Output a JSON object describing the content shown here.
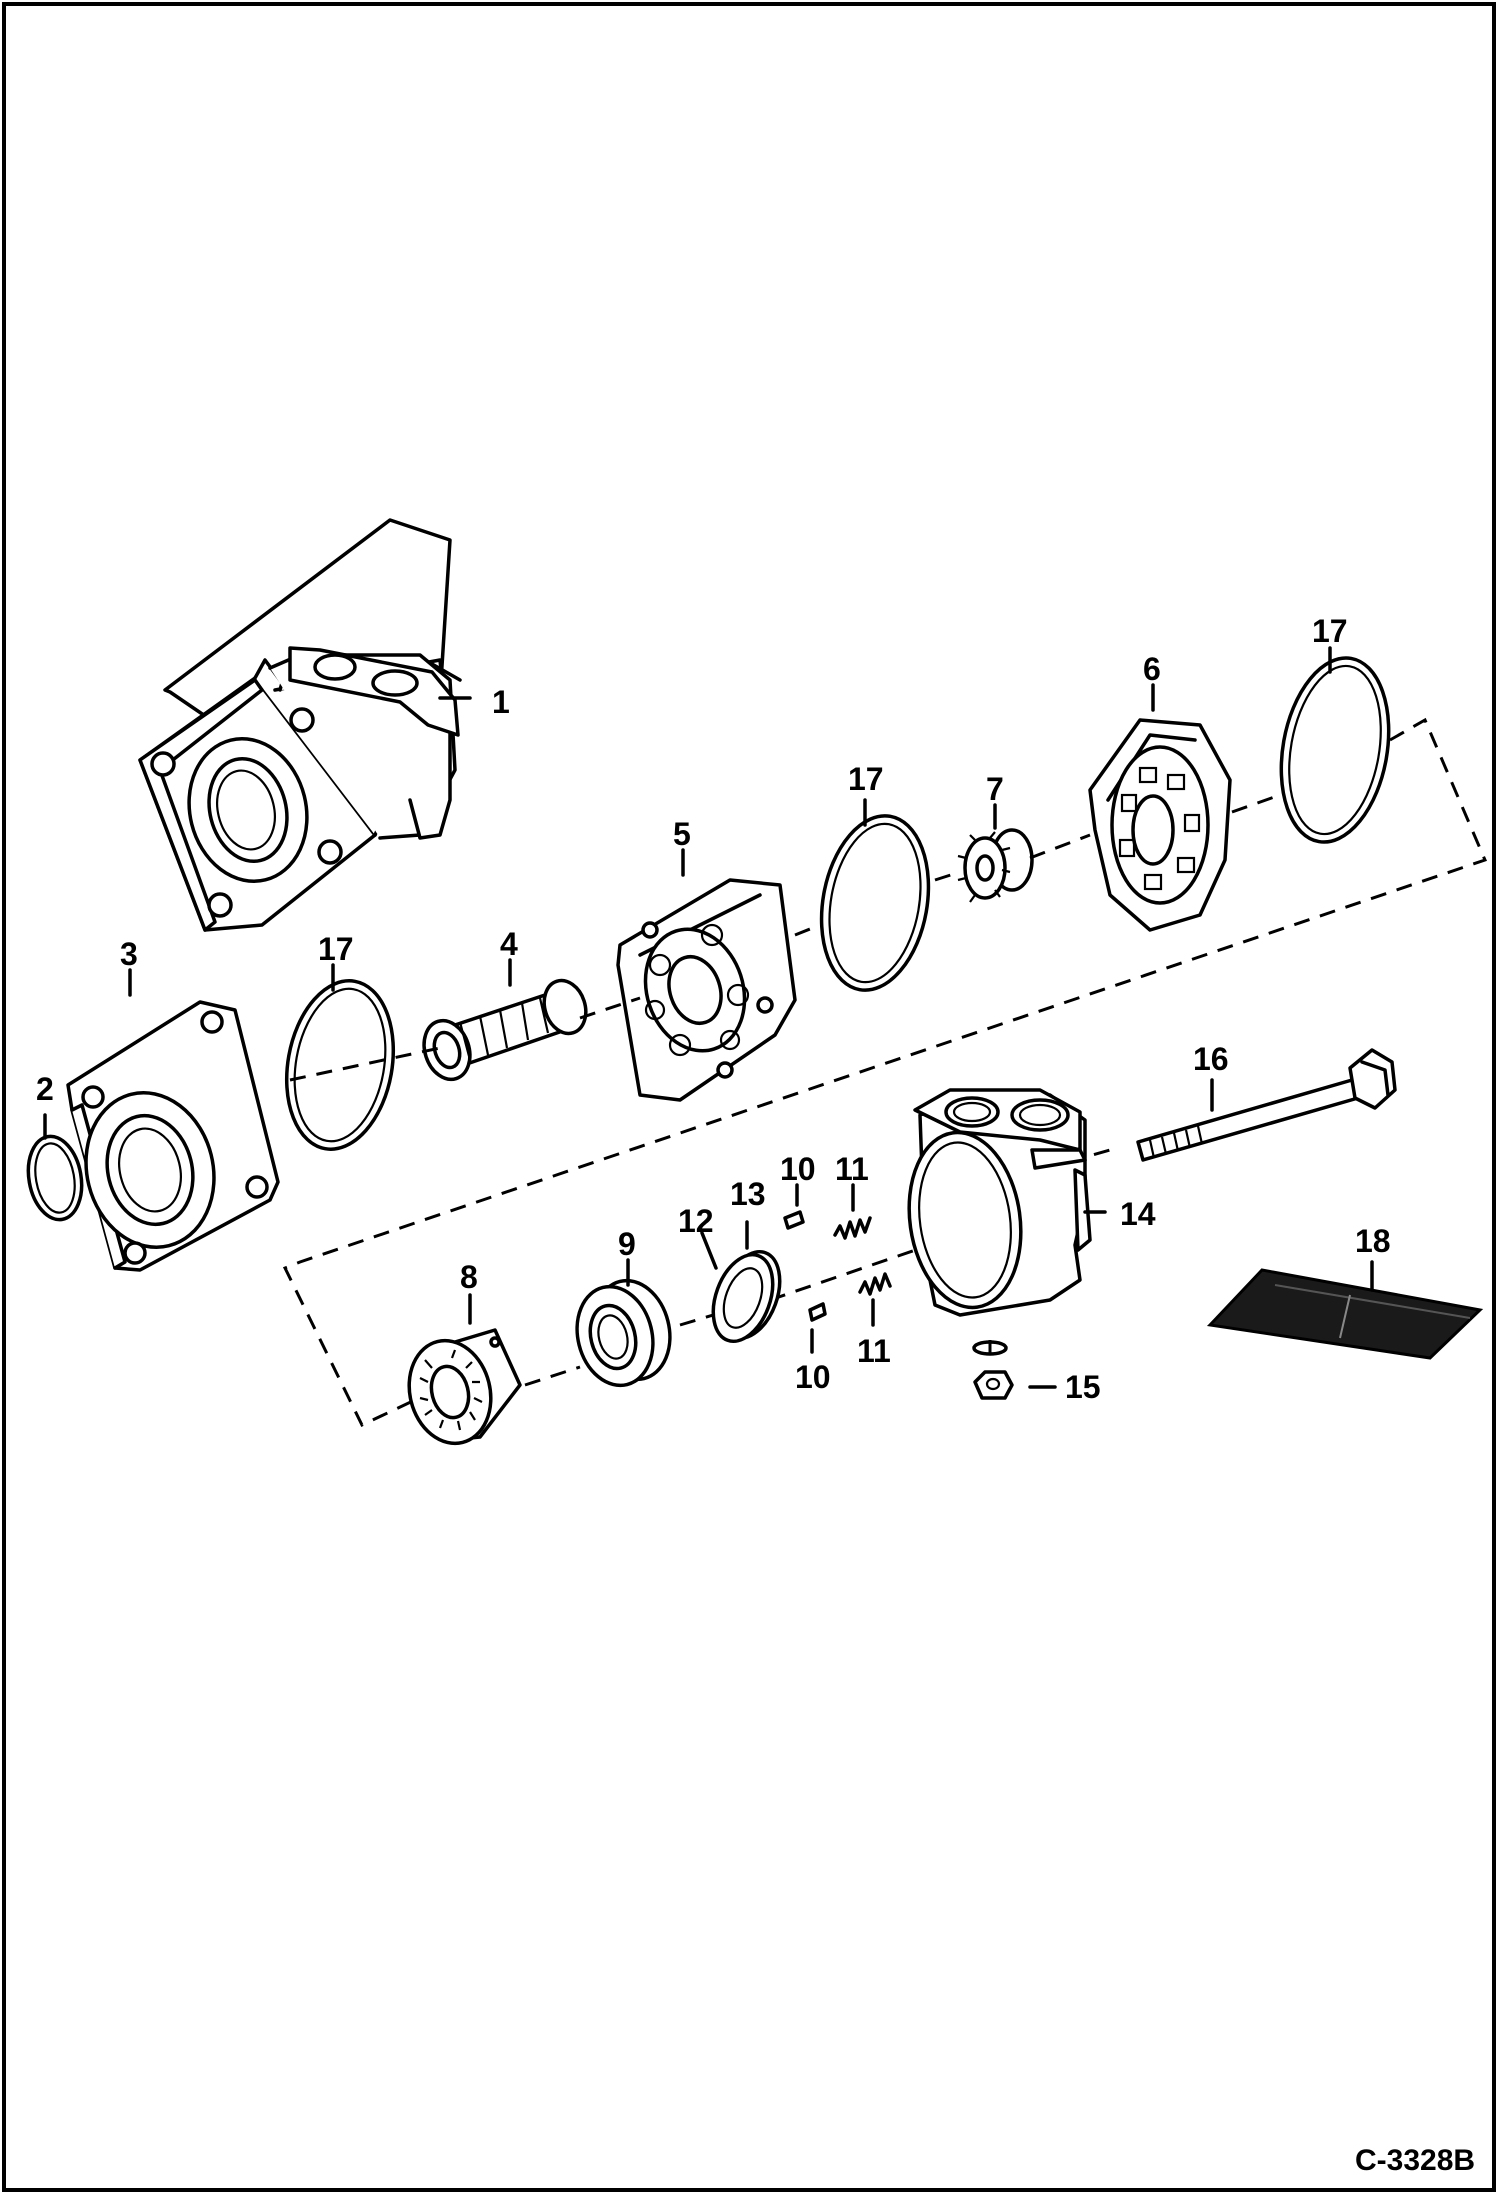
{
  "figure": {
    "code": "C-3328B",
    "labels": [
      {
        "id": "l1",
        "text": "1"
      },
      {
        "id": "l2",
        "text": "2"
      },
      {
        "id": "l3",
        "text": "3"
      },
      {
        "id": "l4",
        "text": "4"
      },
      {
        "id": "l5",
        "text": "5"
      },
      {
        "id": "l6",
        "text": "6"
      },
      {
        "id": "l7",
        "text": "7"
      },
      {
        "id": "l8",
        "text": "8"
      },
      {
        "id": "l9",
        "text": "9"
      },
      {
        "id": "l10a",
        "text": "10"
      },
      {
        "id": "l10b",
        "text": "10"
      },
      {
        "id": "l11a",
        "text": "11"
      },
      {
        "id": "l11b",
        "text": "11"
      },
      {
        "id": "l12",
        "text": "12"
      },
      {
        "id": "l13",
        "text": "13"
      },
      {
        "id": "l14",
        "text": "14"
      },
      {
        "id": "l15",
        "text": "15"
      },
      {
        "id": "l16",
        "text": "16"
      },
      {
        "id": "l17a",
        "text": "17"
      },
      {
        "id": "l17b",
        "text": "17"
      },
      {
        "id": "l17c",
        "text": "17"
      },
      {
        "id": "l18",
        "text": "18"
      }
    ]
  }
}
